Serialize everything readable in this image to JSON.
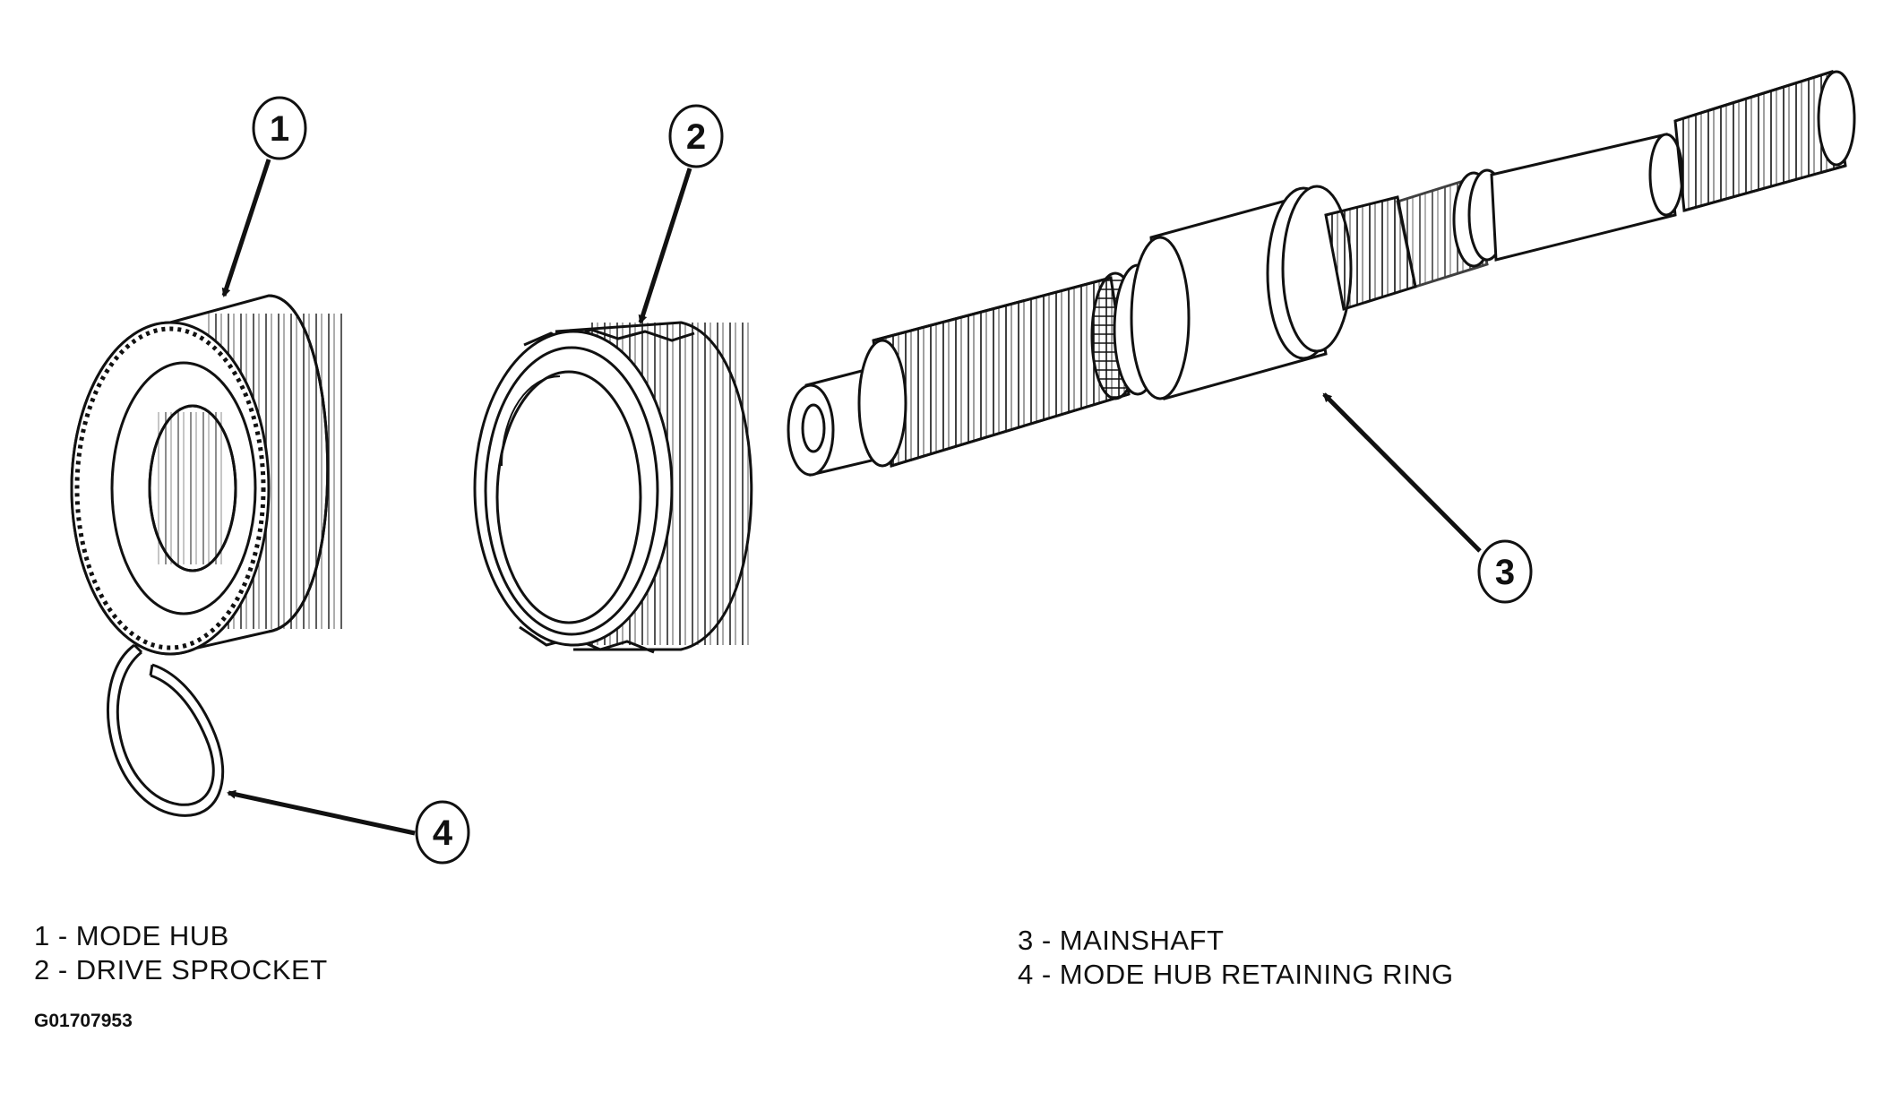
{
  "callouts": [
    "1",
    "2",
    "3",
    "4"
  ],
  "legend": {
    "left": [
      "1 - MODE HUB",
      "2 - DRIVE SPROCKET"
    ],
    "right": [
      "3 - MAINSHAFT",
      "4 - MODE HUB RETAINING RING"
    ]
  },
  "figure_id": "G01707953",
  "colors": {
    "line": "#111111",
    "background": "#ffffff"
  }
}
